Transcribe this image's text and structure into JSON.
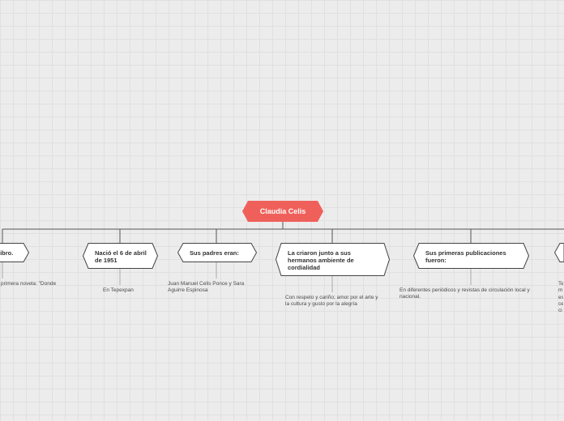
{
  "root": {
    "label": "Claudia Celis",
    "color": "#f0605a"
  },
  "branches": [
    {
      "label": "libro.",
      "detail": "primera novela: \"Donde"
    },
    {
      "label": "Nació el 6 de abril de 1951",
      "detail": "En Tepexpan"
    },
    {
      "label": "Sus padres eran:",
      "detail": "Juan Manuel Celis Ponce y Sara Aguirre Espinosa"
    },
    {
      "label": "La criaron junto a sus hermanos ambiente de cordialidad",
      "detail": "Con respeto y cariño; amor por el arte y la cultura y gusto por la alegría"
    },
    {
      "label": "Sus primeras publicaciones fueron:",
      "detail": "En diferentes periódicos y revistas de circulación local y nacional."
    },
    {
      "label": "",
      "detail": "Te m es ce ci"
    }
  ],
  "colors": {
    "line": "#555555",
    "node_fill": "#ffffff",
    "node_stroke": "#444444",
    "leaf_line": "#aaaaaa"
  }
}
